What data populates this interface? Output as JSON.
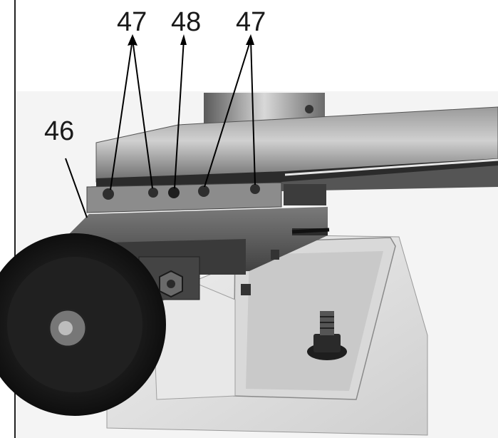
{
  "figure": {
    "callouts": [
      {
        "id": "c46",
        "label": "46"
      },
      {
        "id": "c47a",
        "label": "47"
      },
      {
        "id": "c48",
        "label": "48"
      },
      {
        "id": "c47b",
        "label": "47"
      }
    ],
    "colors": {
      "background": "#ffffff",
      "metal_dark": "#4a4a4a",
      "metal_mid": "#8a8a8a",
      "base_light": "#e4e4e4",
      "rubber": "#1b1b1b",
      "leader": "#000000"
    }
  }
}
